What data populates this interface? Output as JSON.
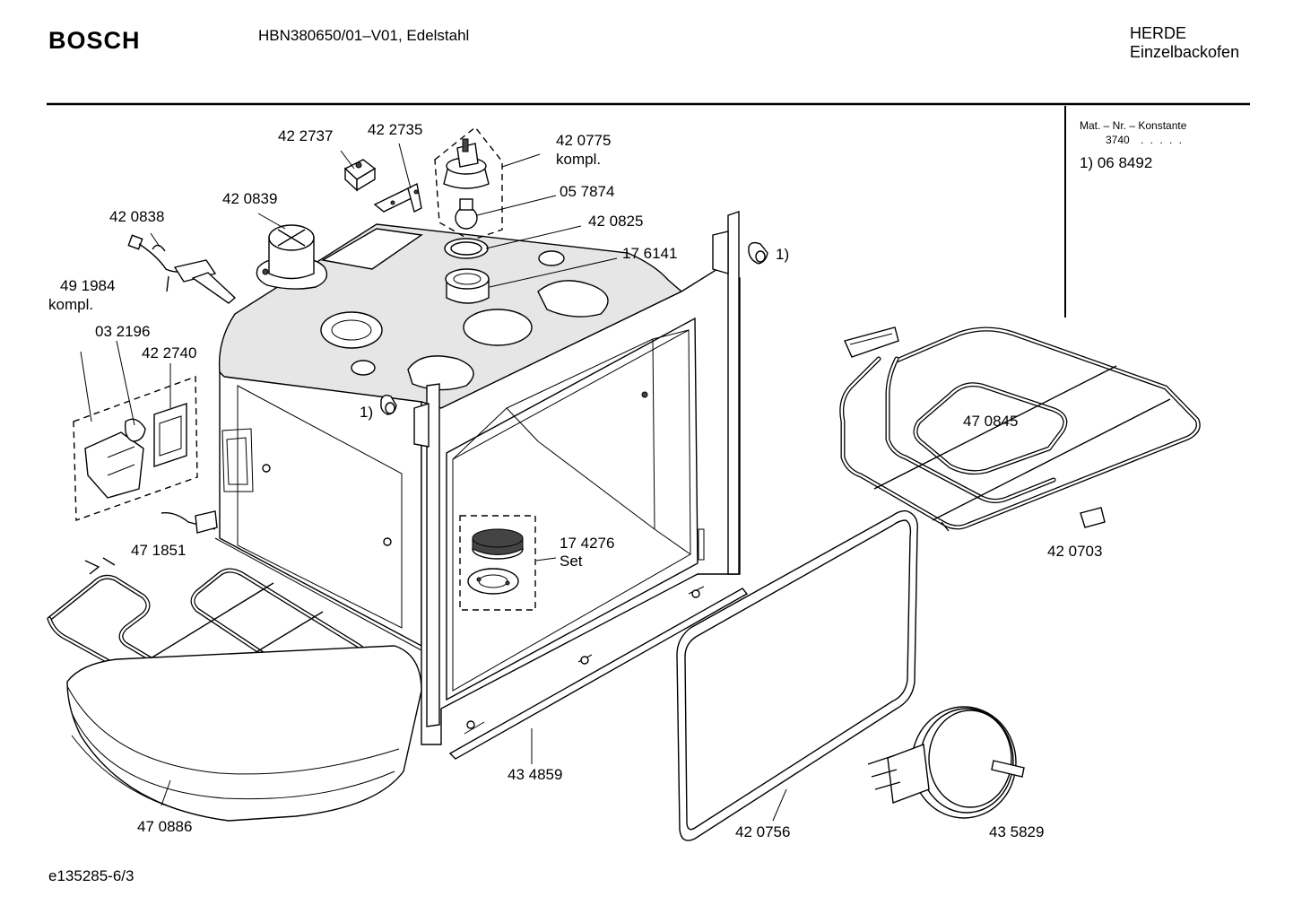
{
  "header": {
    "brand": "BOSCH",
    "model": "HBN380650/01–V01, Edelstahl",
    "category_line1": "HERDE",
    "category_line2": "Einzelbackofen"
  },
  "constants_box": {
    "title": "Mat. – Nr. – Konstante",
    "code": "3740",
    "dots": ". . . . .",
    "entry": "1) 06 8492"
  },
  "parts": [
    {
      "id": "p422737",
      "label": "42 2737"
    },
    {
      "id": "p422735",
      "label": "42 2735"
    },
    {
      "id": "p420775",
      "label": "42 0775"
    },
    {
      "id": "p420775k",
      "label": "kompl."
    },
    {
      "id": "p057874",
      "label": "05 7874"
    },
    {
      "id": "p420839",
      "label": "42 0839"
    },
    {
      "id": "p420825",
      "label": "42 0825"
    },
    {
      "id": "p420838",
      "label": "42 0838"
    },
    {
      "id": "p176141",
      "label": "17 6141"
    },
    {
      "id": "pref1a",
      "label": "1)"
    },
    {
      "id": "p491984",
      "label": "49 1984"
    },
    {
      "id": "p491984k",
      "label": "kompl."
    },
    {
      "id": "p032196",
      "label": "03 2196"
    },
    {
      "id": "p422740",
      "label": "42 2740"
    },
    {
      "id": "pref1b",
      "label": "1)"
    },
    {
      "id": "p470845",
      "label": "47 0845"
    },
    {
      "id": "p471851",
      "label": "47 1851"
    },
    {
      "id": "p174276",
      "label": "17 4276"
    },
    {
      "id": "p174276s",
      "label": "Set"
    },
    {
      "id": "p420703",
      "label": "42 0703"
    },
    {
      "id": "p434859",
      "label": "43 4859"
    },
    {
      "id": "p470886",
      "label": "47 0886"
    },
    {
      "id": "p420756",
      "label": "42 0756"
    },
    {
      "id": "p435829",
      "label": "43 5829"
    }
  ],
  "footer": "e135285-6/3"
}
